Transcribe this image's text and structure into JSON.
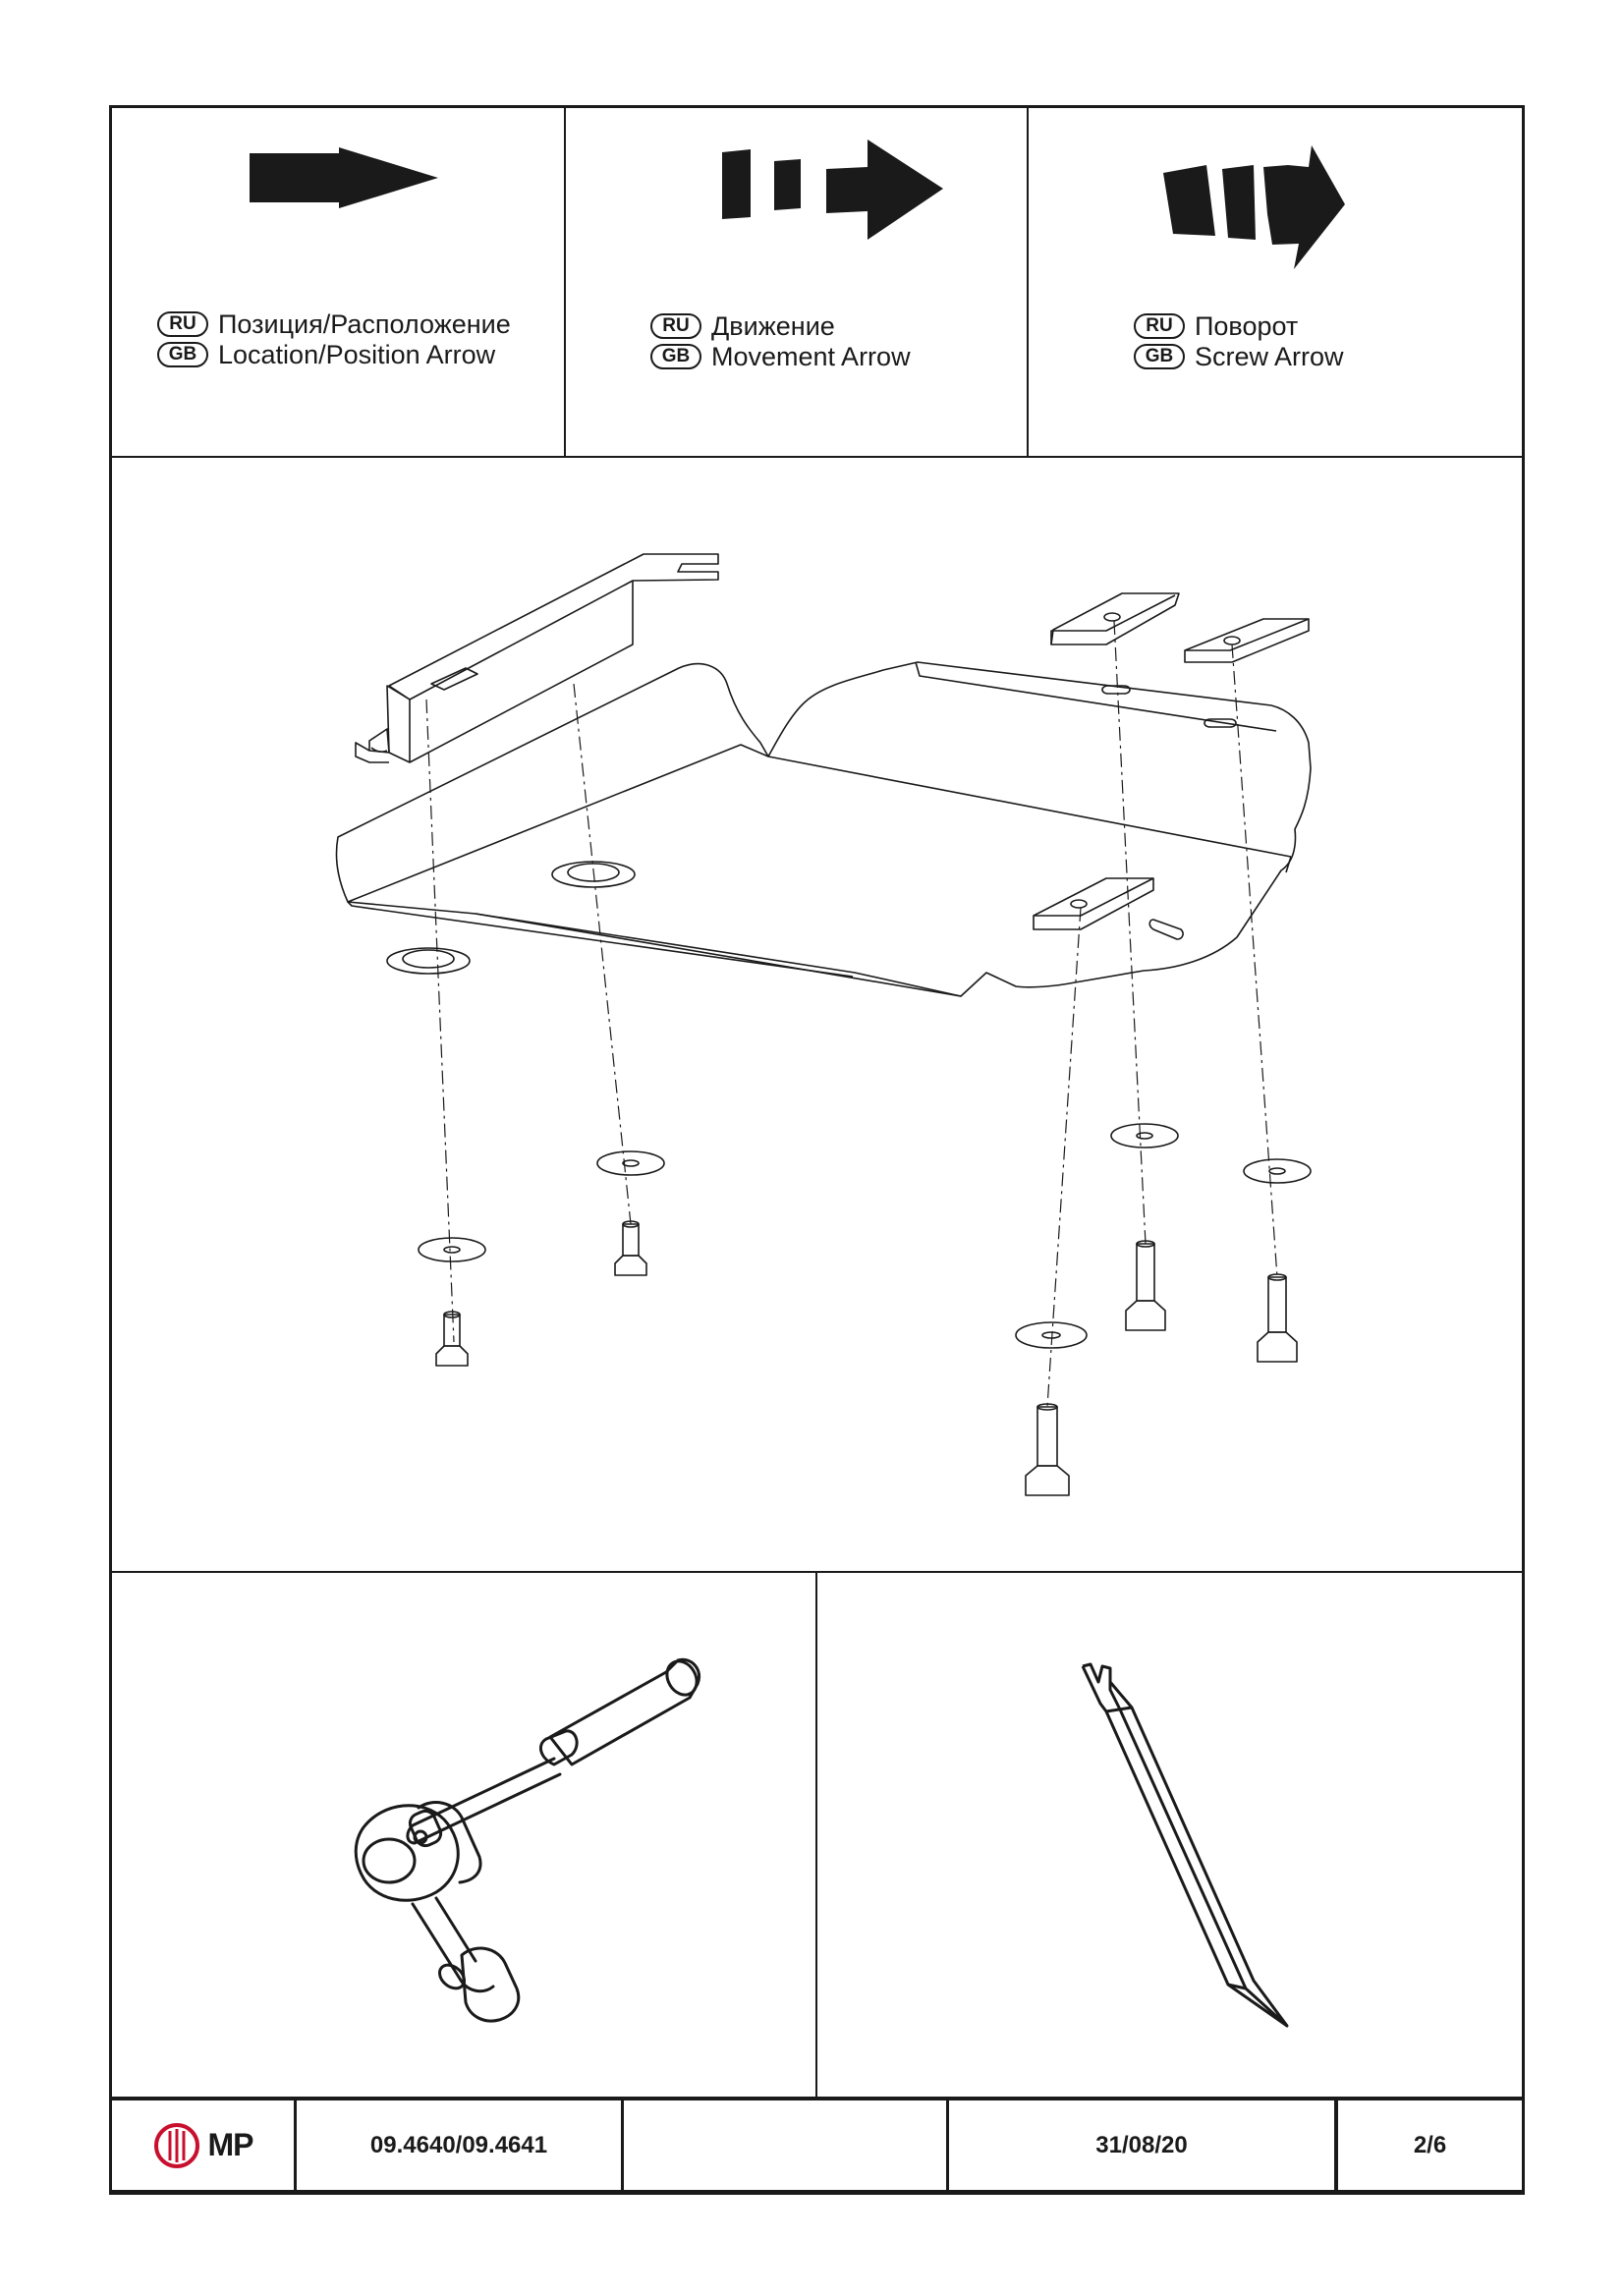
{
  "legend": [
    {
      "codes": [
        "RU",
        "GB"
      ],
      "ru": "Позиция/Расположение",
      "en": "Location/Position Arrow",
      "icon": "location-arrow-icon"
    },
    {
      "codes": [
        "RU",
        "GB"
      ],
      "ru": "Движение",
      "en": "Movement Arrow",
      "icon": "movement-arrow-icon"
    },
    {
      "codes": [
        "RU",
        "GB"
      ],
      "ru": "Поворот",
      "en": "Screw Arrow",
      "icon": "screw-arrow-icon"
    }
  ],
  "tools": [
    "ratchet-wrench-icon",
    "trim-removal-tool-icon"
  ],
  "footer": {
    "logo_text": "MP",
    "part_number": "09.4640/09.4641",
    "empty_cell": "",
    "date": "31/08/20",
    "page": "2/6"
  },
  "colors": {
    "ink": "#1a1a1a",
    "logo_red": "#c8102e",
    "background": "#ffffff"
  }
}
